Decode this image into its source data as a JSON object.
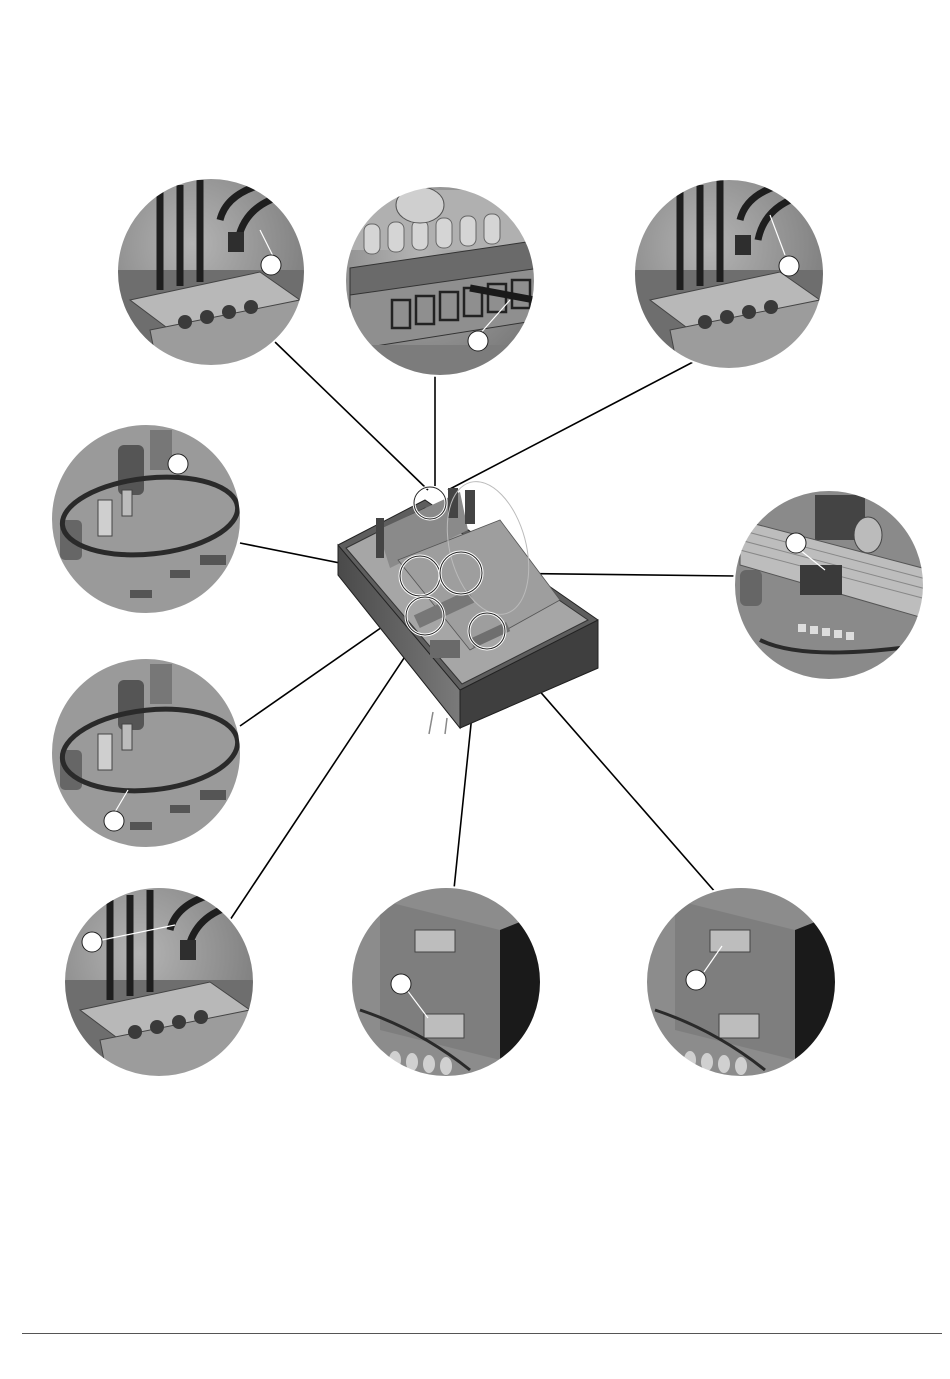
{
  "figure": {
    "subject": "control-unit-board-assembly",
    "colors": {
      "line": "#000000",
      "board": "#8c8c8c",
      "board_dark": "#5c5c5c",
      "enclosure": "#6a6a6a",
      "enclosure_dark": "#3a3a3a",
      "detail_bg": "#9a9a9a",
      "marker_fill": "#ffffff"
    }
  },
  "callouts": [
    {
      "id": "terminal-left",
      "icon": "terminal-block-detail",
      "markers": 1
    },
    {
      "id": "connector-top",
      "icon": "connector-strip-detail",
      "markers": 1
    },
    {
      "id": "terminal-right",
      "icon": "terminal-block-detail",
      "markers": 1
    },
    {
      "id": "loop-wire-a",
      "icon": "wire-loop-detail",
      "markers": 1
    },
    {
      "id": "ribbon-connector",
      "icon": "ribbon-cable-detail",
      "markers": 1
    },
    {
      "id": "loop-wire-b",
      "icon": "wire-loop-detail",
      "markers": 1
    },
    {
      "id": "terminal-lower",
      "icon": "terminal-block-detail",
      "markers": 1
    },
    {
      "id": "jumper-bottom-a",
      "icon": "jumper-plug-detail",
      "markers": 1
    },
    {
      "id": "jumper-bottom-b",
      "icon": "jumper-plug-detail",
      "markers": 1
    }
  ]
}
